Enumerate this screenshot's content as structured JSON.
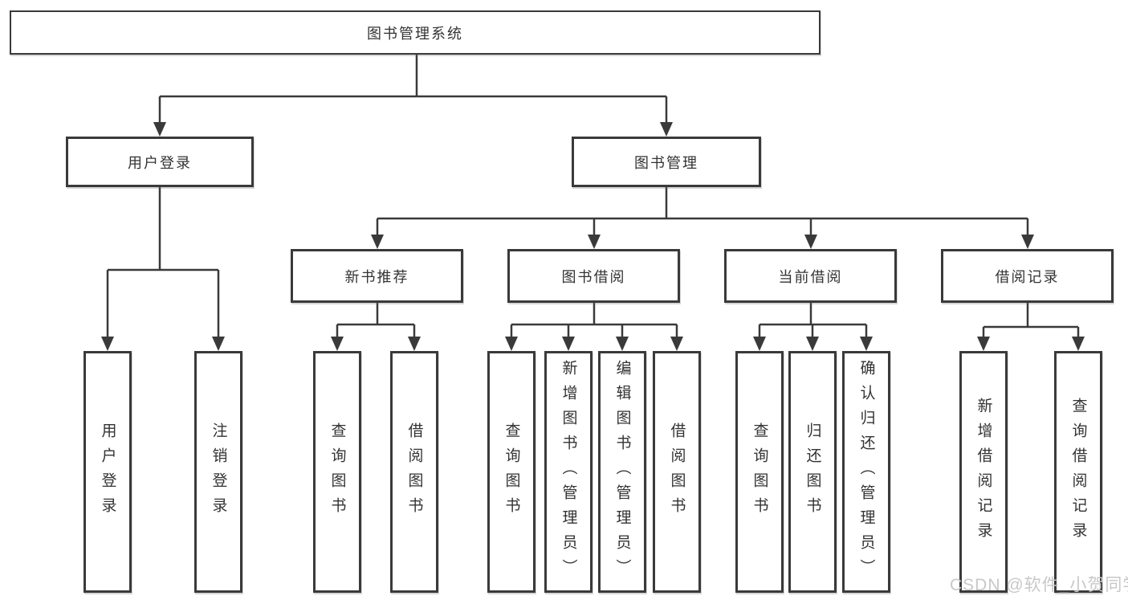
{
  "tree": {
    "label": "图书管理系统",
    "children": [
      {
        "label": "用户登录",
        "children": [
          {
            "label": "用户登录"
          },
          {
            "label": "注销登录"
          }
        ]
      },
      {
        "label": "图书管理",
        "children": [
          {
            "label": "新书推荐",
            "children": [
              {
                "label": "查询图书"
              },
              {
                "label": "借阅图书"
              }
            ]
          },
          {
            "label": "图书借阅",
            "children": [
              {
                "label": "查询图书"
              },
              {
                "label": "新增图书（管理员）"
              },
              {
                "label": "编辑图书（管理员）"
              },
              {
                "label": "借阅图书"
              }
            ]
          },
          {
            "label": "当前借阅",
            "children": [
              {
                "label": "查询图书"
              },
              {
                "label": "归还图书"
              },
              {
                "label": "确认归还（管理员）"
              }
            ]
          },
          {
            "label": "借阅记录",
            "children": [
              {
                "label": "新增借阅记录"
              },
              {
                "label": "查询借阅记录"
              }
            ]
          }
        ]
      }
    ]
  },
  "watermark": {
    "text": "CSDN @软件_小贺同学"
  },
  "colors": {
    "line": "#3a3a3a",
    "box_border": "#3a3a3a",
    "text": "#333333",
    "watermark": "#c8c8c8",
    "background": "#ffffff"
  }
}
